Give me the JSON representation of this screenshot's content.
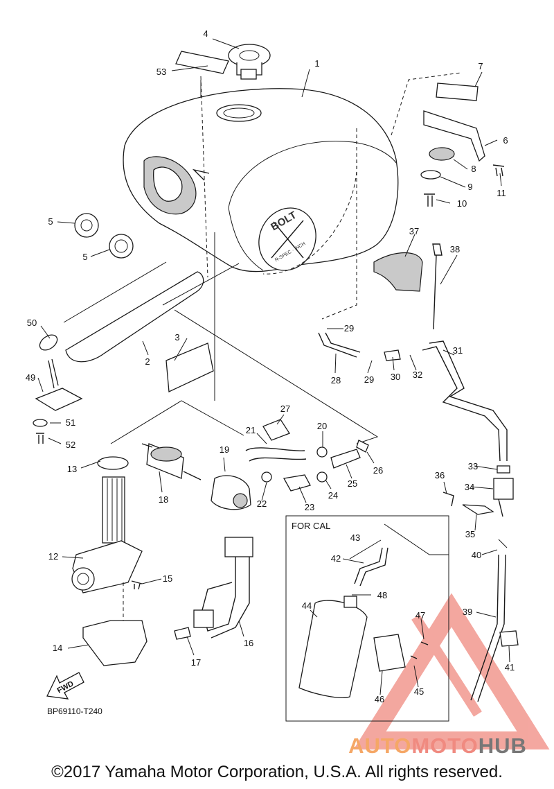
{
  "diagram": {
    "drawing_code": "BP69110-T240",
    "fwd_label": "FWD",
    "inset_label": "FOR CAL",
    "copyright": "©2017 Yamaha Motor Corporation, U.S.A. All rights reserved.",
    "emblem_text": "BOLT",
    "emblem_subtext": "R-SPEC · INCH",
    "watermark": {
      "part1": "AUTO",
      "part2": "MOTO",
      "part3": "HUB"
    },
    "colors": {
      "watermark_red": "#f08a80",
      "watermark_orange": "#f5a766",
      "watermark_dark": "#777777"
    },
    "callouts": [
      {
        "n": "1"
      },
      {
        "n": "2"
      },
      {
        "n": "3"
      },
      {
        "n": "4"
      },
      {
        "n": "5"
      },
      {
        "n": "5"
      },
      {
        "n": "6"
      },
      {
        "n": "7"
      },
      {
        "n": "8"
      },
      {
        "n": "9"
      },
      {
        "n": "10"
      },
      {
        "n": "11"
      },
      {
        "n": "12"
      },
      {
        "n": "13"
      },
      {
        "n": "14"
      },
      {
        "n": "15"
      },
      {
        "n": "16"
      },
      {
        "n": "17"
      },
      {
        "n": "18"
      },
      {
        "n": "19"
      },
      {
        "n": "20"
      },
      {
        "n": "21"
      },
      {
        "n": "22"
      },
      {
        "n": "23"
      },
      {
        "n": "24"
      },
      {
        "n": "25"
      },
      {
        "n": "26"
      },
      {
        "n": "27"
      },
      {
        "n": "28"
      },
      {
        "n": "29"
      },
      {
        "n": "29"
      },
      {
        "n": "30"
      },
      {
        "n": "31"
      },
      {
        "n": "32"
      },
      {
        "n": "33"
      },
      {
        "n": "34"
      },
      {
        "n": "35"
      },
      {
        "n": "36"
      },
      {
        "n": "37"
      },
      {
        "n": "38"
      },
      {
        "n": "39"
      },
      {
        "n": "40"
      },
      {
        "n": "41"
      },
      {
        "n": "42"
      },
      {
        "n": "43"
      },
      {
        "n": "44"
      },
      {
        "n": "45"
      },
      {
        "n": "46"
      },
      {
        "n": "47"
      },
      {
        "n": "48"
      },
      {
        "n": "49"
      },
      {
        "n": "50"
      },
      {
        "n": "51"
      },
      {
        "n": "52"
      },
      {
        "n": "53"
      }
    ]
  }
}
